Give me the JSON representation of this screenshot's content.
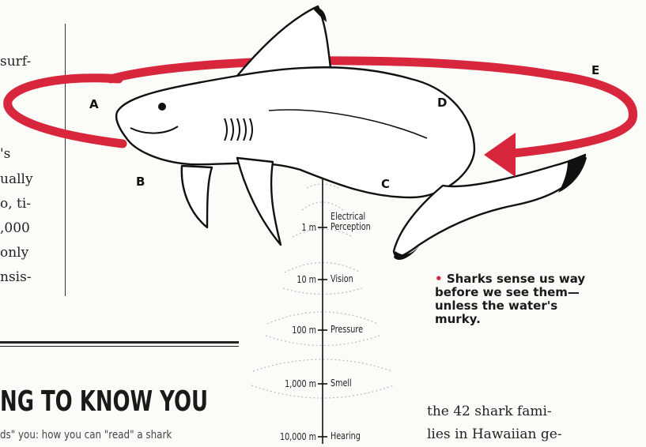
{
  "left_column_fragments": [
    "surf-",
    "'s",
    "ually",
    "o, ti-",
    ",000",
    "only",
    "nsis-"
  ],
  "diagram_labels": {
    "A": "A",
    "B": "B",
    "C": "C",
    "D": "D",
    "E": "E"
  },
  "sense_scale": [
    {
      "distance": "1 m",
      "sense_line1": "Electrical",
      "sense_line2": "Perception"
    },
    {
      "distance": "10 m",
      "sense_line1": "Vision",
      "sense_line2": ""
    },
    {
      "distance": "100 m",
      "sense_line1": "Pressure",
      "sense_line2": ""
    },
    {
      "distance": "1,000 m",
      "sense_line1": "Smell",
      "sense_line2": ""
    },
    {
      "distance": "10,000 m",
      "sense_line1": "Hearing",
      "sense_line2": ""
    }
  ],
  "caption": {
    "bullet": "•",
    "text": "Sharks sense us way before we see them—unless the water's murky."
  },
  "headline": "NG TO KNOW YOU",
  "subhead": "ds\" you: how you can \"read\" a shark",
  "right_column_fragments": [
    "the 42 shark fami-",
    "lies in Hawaiian ge-"
  ],
  "colors": {
    "ring": "#d8263d",
    "ink": "#1a1a1a"
  }
}
